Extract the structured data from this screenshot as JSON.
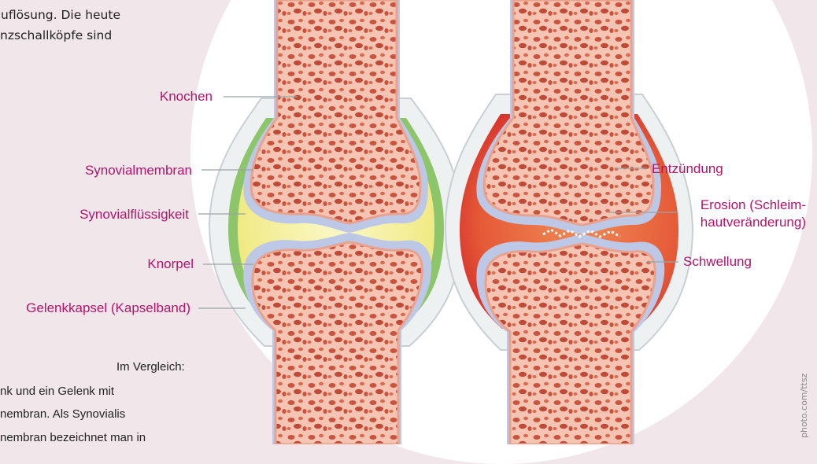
{
  "intro_text": {
    "line1": "uflösung. Die heute",
    "line2": "nzschallköpfe  sind"
  },
  "labels_left": {
    "knochen": "Knochen",
    "synovialmembran": "Synovialmembran",
    "synovialfluessigkeit": "Synovialflüssigkeit",
    "knorpel": "Knorpel",
    "gelenkkapsel": "Gelenkkapsel (Kapselband)"
  },
  "labels_right": {
    "entzuendung": "Entzündung",
    "erosion_line1": "Erosion (Schleim-",
    "erosion_line2": "hautveränderung)",
    "schwellung": "Schwellung"
  },
  "caption": {
    "line1": "Im Vergleich:",
    "line2": "nk und ein Gelenk mit",
    "line3": "nembran. Als Synovialis",
    "line4": "nembran bezeichnet man in"
  },
  "credit": "photo.com/ttsz",
  "colors": {
    "label_color": "#b0156b",
    "bone": "#f3b9a6",
    "cartilage": "#b9c6e8",
    "fluid": "#f6f19a",
    "membrane": "#8cc56a",
    "inflammation": "#e8392f"
  }
}
